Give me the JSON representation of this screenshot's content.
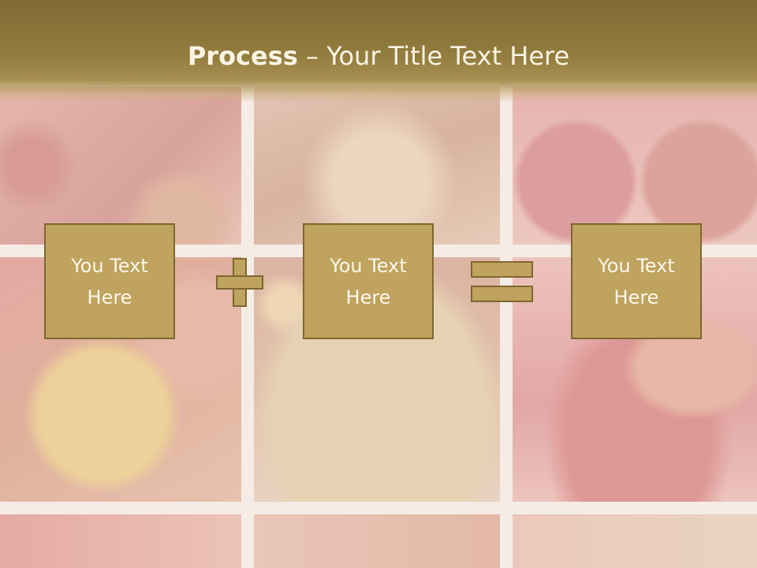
{
  "slide": {
    "title_bold": "Process",
    "title_rest": " – Your Title Text Here"
  },
  "process": {
    "boxes": [
      {
        "label": "You Text\nHere"
      },
      {
        "label": "You Text\nHere"
      },
      {
        "label": "You Text\nHere"
      }
    ],
    "operators": [
      "plus-icon",
      "equals-icon"
    ]
  },
  "colors": {
    "title_band": "#8a7439",
    "box_fill": "#bfa35e",
    "box_border": "#7e6730",
    "text": "#fcf7ea"
  }
}
